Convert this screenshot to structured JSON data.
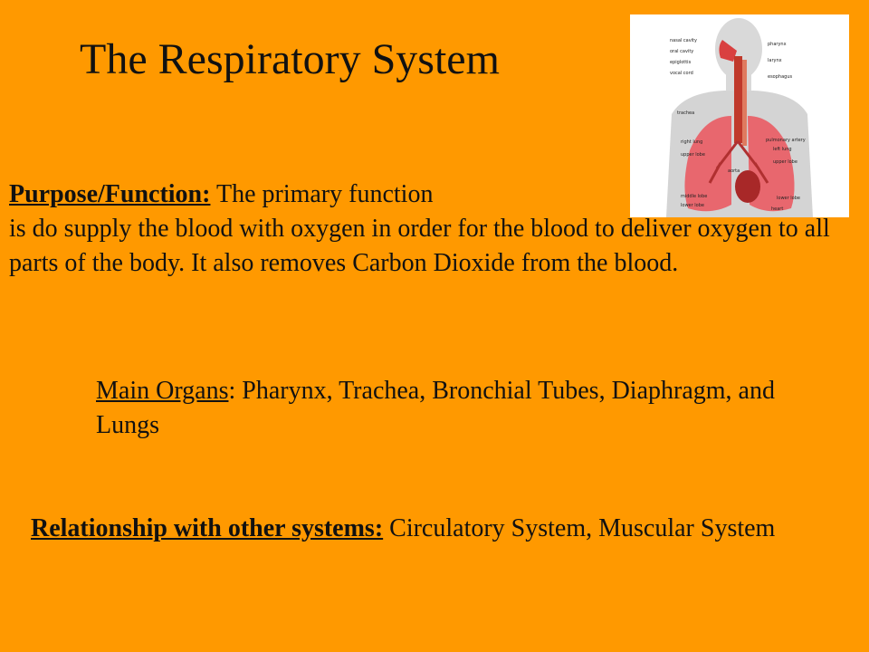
{
  "slide": {
    "title": "The Respiratory System"
  },
  "purpose": {
    "heading": "Purpose/Function:",
    "text_lead": " The primary function",
    "text_rest": "is do supply the blood with oxygen in order for  the blood to deliver oxygen to all parts of the body.  It also removes Carbon Dioxide from the blood."
  },
  "organs": {
    "heading": "Main Organs",
    "text": ": Pharynx, Trachea, Bronchial Tubes, Diaphragm, and Lungs"
  },
  "relationship": {
    "heading": "Relationship with other systems:",
    "text": " Circulatory System, Muscular System"
  },
  "diagram": {
    "icon": "respiratory-anatomy-diagram",
    "labels_left": [
      "nasal cavity",
      "oral cavity",
      "epiglottis",
      "vocal cord",
      "trachea",
      "right lung",
      "upper lobe",
      "middle lobe",
      "lower lobe"
    ],
    "labels_right": [
      "pharynx",
      "larynx",
      "esophagus",
      "left lung",
      "upper lobe",
      "pulmonary artery",
      "aorta",
      "lower lobe",
      "heart"
    ],
    "colors": {
      "lung": "#E8676E",
      "airway": "#D94040",
      "body": "#D6D6D6"
    }
  }
}
